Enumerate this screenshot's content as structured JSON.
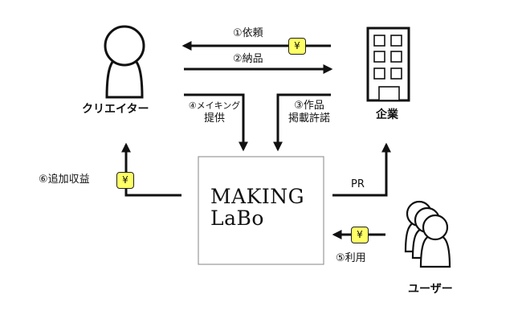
{
  "actors": {
    "creator": {
      "label": "クリエイター",
      "icon": "person-icon"
    },
    "company": {
      "label": "企業",
      "icon": "building-icon"
    },
    "users": {
      "label": "ユーザー",
      "icon": "people-group-icon"
    },
    "platform": {
      "line1": "MAKING",
      "line2": "LaBo"
    }
  },
  "flows": [
    {
      "id": "1",
      "label": "①依頼",
      "from": "company",
      "to": "creator",
      "money": true
    },
    {
      "id": "2",
      "label": "②納品",
      "from": "creator",
      "to": "company",
      "money": false
    },
    {
      "id": "3",
      "label_line1": "③作品",
      "label_line2": "掲載許諾",
      "from": "company",
      "to": "platform",
      "money": false
    },
    {
      "id": "4",
      "label_line1": "④メイキング",
      "label_line2": "提供",
      "from": "creator",
      "to": "platform",
      "money": false
    },
    {
      "id": "5",
      "label": "⑤利用",
      "from": "users",
      "to": "platform",
      "money": true
    },
    {
      "id": "6",
      "label": "⑥追加収益",
      "from": "platform",
      "to": "creator",
      "money": true
    },
    {
      "id": "pr",
      "label": "PR",
      "from": "platform",
      "to": "company",
      "money": false
    }
  ],
  "money_symbol": "¥",
  "colors": {
    "money_badge": "#ffff66",
    "line": "#111111",
    "box_border": "#999999"
  }
}
